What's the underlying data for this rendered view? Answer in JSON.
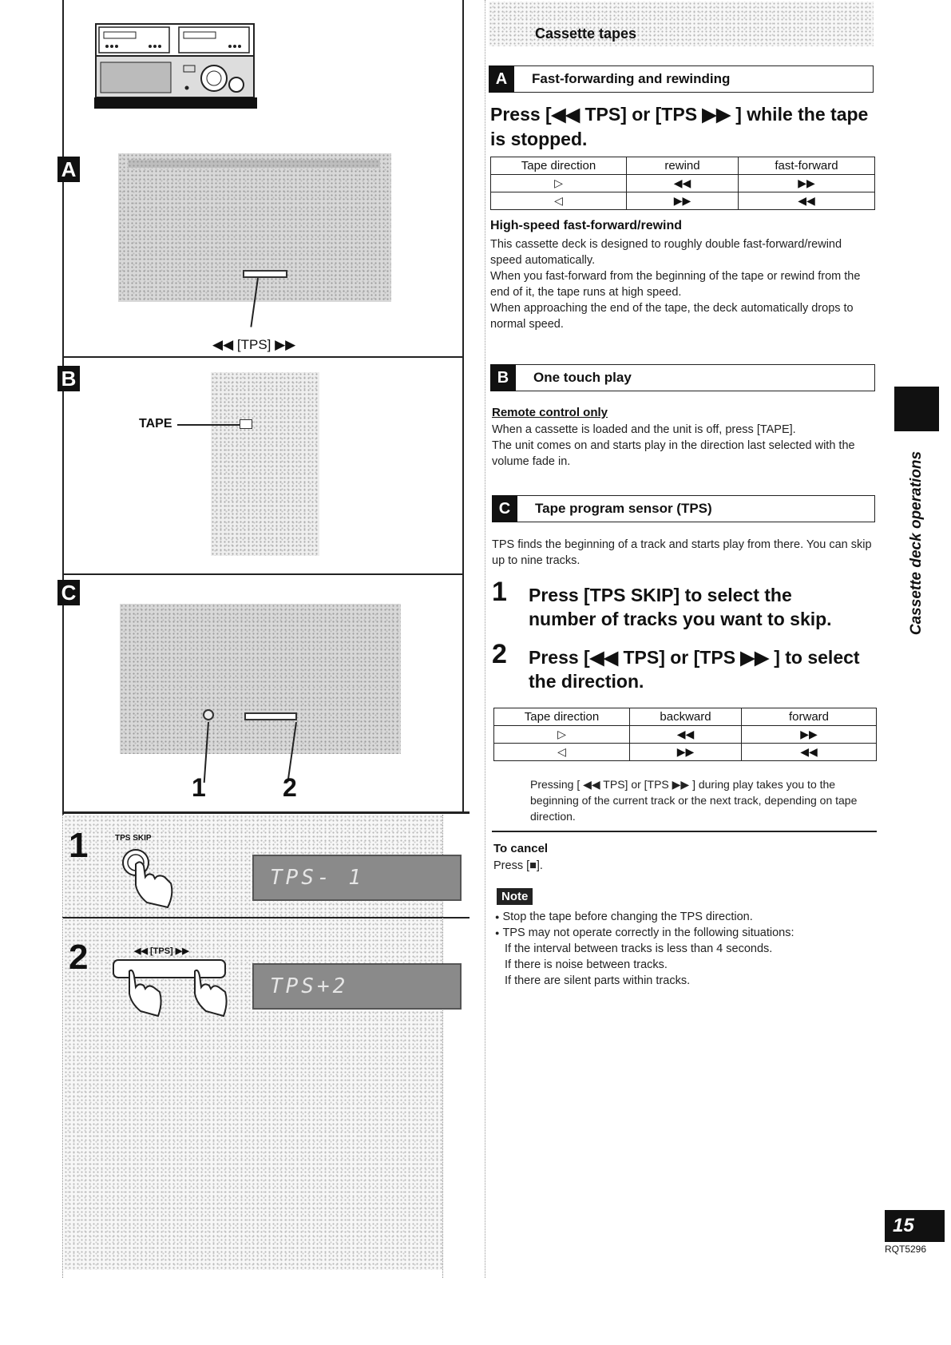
{
  "header": {
    "section_title": "Cassette tapes"
  },
  "left": {
    "labels": {
      "A": "A",
      "B": "B",
      "C": "C",
      "tps_caption": "◀◀ [TPS] ▶▶",
      "tape": "TAPE",
      "callout_1": "1",
      "callout_2": "2",
      "step1_num": "1",
      "step2_num": "2",
      "tps_skip": "TPS SKIP",
      "tps_buttons": "◀◀  [TPS]  ▶▶"
    },
    "displays": {
      "step1": "TPS- 1",
      "step2": "TPS+2"
    }
  },
  "sections": {
    "A": {
      "badge": "A",
      "title": "Fast-forwarding and rewinding",
      "instruction": "Press [◀◀ TPS] or [TPS ▶▶ ] while the tape is stopped.",
      "table": {
        "headers": [
          "Tape direction",
          "rewind",
          "fast-forward"
        ],
        "rows": [
          [
            "▷",
            "◀◀",
            "▶▶"
          ],
          [
            "◁",
            "▶▶",
            "◀◀"
          ]
        ]
      },
      "subhead": "High-speed fast-forward/rewind",
      "body": [
        "This cassette deck is designed to roughly double fast-forward/rewind speed automatically.",
        "When you fast-forward from the beginning of the tape or rewind from the end of it, the tape runs at high speed.",
        "When approaching the end of the tape, the deck automatically drops to normal speed."
      ]
    },
    "B": {
      "badge": "B",
      "title": "One touch play",
      "subhead": "Remote control only",
      "body": [
        "When a cassette is loaded and the unit is off, press [TAPE].",
        "The unit comes on and starts play in the direction last selected with the volume fade in."
      ]
    },
    "C": {
      "badge": "C",
      "title": "Tape program sensor (TPS)",
      "intro": "TPS finds the beginning of a track and starts play from there. You can skip up to nine tracks.",
      "steps": [
        {
          "num": "1",
          "text": "Press [TPS SKIP] to select the number of tracks you want to skip."
        },
        {
          "num": "2",
          "text": "Press [◀◀ TPS] or [TPS ▶▶ ] to select the direction."
        }
      ],
      "table": {
        "headers": [
          "Tape direction",
          "backward",
          "forward"
        ],
        "rows": [
          [
            "▷",
            "◀◀",
            "▶▶"
          ],
          [
            "◁",
            "▶▶",
            "◀◀"
          ]
        ]
      },
      "note_text": "Pressing [ ◀◀ TPS] or [TPS ▶▶ ] during play takes you to the beginning of the current track or the next track, depending on tape direction.",
      "cancel_head": "To cancel",
      "cancel_text": "Press [■].",
      "note_badge": "Note",
      "notes": [
        "Stop the tape before changing the TPS direction.",
        "TPS may not operate correctly in the following situations:"
      ],
      "sub_notes": [
        "If the interval between tracks is less than 4 seconds.",
        "If there is noise between tracks.",
        "If there are silent parts within tracks."
      ]
    }
  },
  "sidebar": {
    "title": "Cassette deck operations"
  },
  "footer": {
    "page_number": "15",
    "doc_code": "RQT5296"
  }
}
